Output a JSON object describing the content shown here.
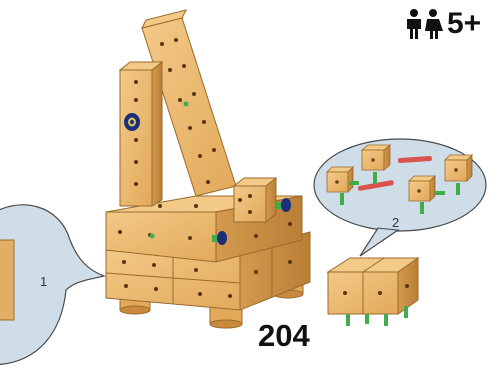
{
  "page": {
    "number": "204",
    "age": "5+",
    "callouts": [
      "1",
      "2"
    ]
  },
  "icons": {
    "age_icon": "children-icon"
  },
  "colors": {
    "wood": "#e9b56b",
    "wood_dark": "#c98a3e",
    "bubble": "#cfdde9",
    "peg_green": "#3fae4a",
    "rod_red": "#d9534f",
    "screw_blue": "#1c2d7a"
  }
}
